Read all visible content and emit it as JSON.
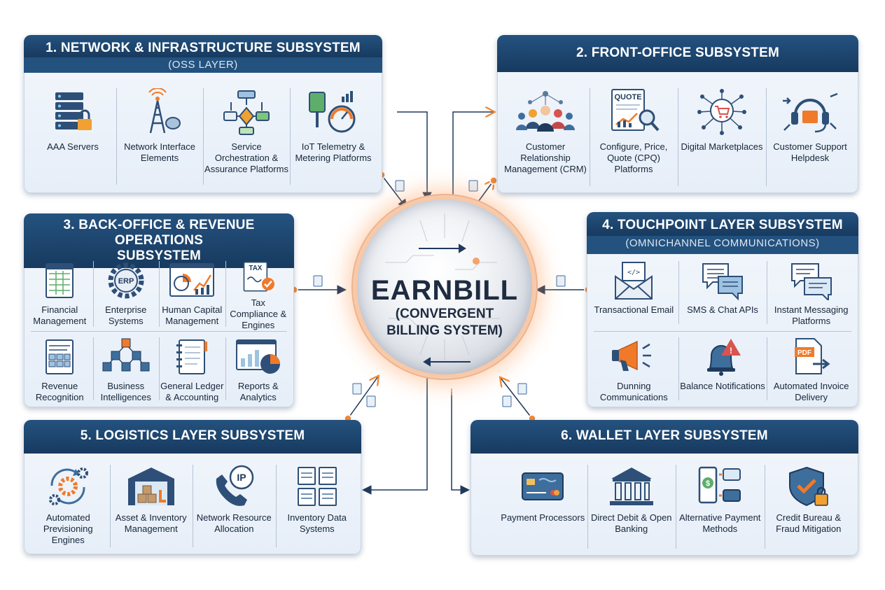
{
  "colors": {
    "header": "#1f4a75",
    "accent": "#f07a2a",
    "arrow": "#1f3a5c",
    "connector_dot": "#f08a3a"
  },
  "hub": {
    "title": "EARNBILL",
    "subtitle_line1": "(CONVERGENT",
    "subtitle_line2": "BILLING SYSTEM)"
  },
  "panels": {
    "p1": {
      "title": "1. NETWORK & INFRASTRUCTURE SUBSYSTEM",
      "subtitle": "(OSS LAYER)",
      "items": [
        {
          "label": "AAA Servers",
          "icon": "server-lock-icon"
        },
        {
          "label": "Network Interface Elements",
          "icon": "antenna-tower-icon"
        },
        {
          "label": "Service Orchestration & Assurance Platforms",
          "icon": "flowchart-icon"
        },
        {
          "label": "IoT Telemetry & Metering Platforms",
          "icon": "meter-gauge-icon"
        }
      ]
    },
    "p2": {
      "title": "2. FRONT-OFFICE SUBSYSTEM",
      "items": [
        {
          "label": "Customer Relationship Management (CRM)",
          "icon": "people-network-icon"
        },
        {
          "label": "Configure, Price, Quote (CPQ) Platforms",
          "icon": "quote-document-icon",
          "badge": "QUOTE"
        },
        {
          "label": "Digital Marketplaces",
          "icon": "cart-network-icon"
        },
        {
          "label": "Customer Support Helpdesk",
          "icon": "headset-icon"
        }
      ]
    },
    "p3": {
      "title_line1": "3. BACK-OFFICE & REVENUE OPERATIONS",
      "title_line2": "SUBSYSTEM",
      "items": [
        {
          "label": "Financial Management",
          "icon": "ledger-sheet-icon"
        },
        {
          "label": "Enterprise Systems",
          "icon": "erp-gear-icon",
          "badge": "ERP"
        },
        {
          "label": "Human Capital Management",
          "icon": "dashboard-chart-icon"
        },
        {
          "label": "Tax Compliance & Engines",
          "icon": "tax-document-icon",
          "badge": "TAX"
        },
        {
          "label": "Revenue Recognition",
          "icon": "revenue-document-icon"
        },
        {
          "label": "Business Intelligences",
          "icon": "cubes-network-icon"
        },
        {
          "label": "General Ledger & Accounting",
          "icon": "notebook-icon"
        },
        {
          "label": "Reports & Analytics",
          "icon": "report-pie-icon"
        }
      ]
    },
    "p4": {
      "title": "4. TOUCHPOINT LAYER SUBSYSTEM",
      "subtitle": "(OMNICHANNEL COMMUNICATIONS)",
      "items": [
        {
          "label": "Transactional Email",
          "icon": "email-code-icon"
        },
        {
          "label": "SMS & Chat APIs",
          "icon": "chat-bubbles-icon"
        },
        {
          "label": "Instant Messaging Platforms",
          "icon": "message-bubbles-icon"
        },
        {
          "label": "Dunning Communications",
          "icon": "megaphone-icon"
        },
        {
          "label": "Balance Notifications",
          "icon": "bell-alert-icon"
        },
        {
          "label": "Automated Invoice Delivery",
          "icon": "pdf-send-icon",
          "badge": "PDF"
        }
      ]
    },
    "p5": {
      "title": "5. LOGISTICS LAYER SUBSYSTEM",
      "items": [
        {
          "label": "Automated Previsioning Engines",
          "icon": "gears-cycle-icon"
        },
        {
          "label": "Asset & Inventory Management",
          "icon": "warehouse-icon"
        },
        {
          "label": "Network Resource Allocation",
          "icon": "phone-ip-icon",
          "badge": "IP"
        },
        {
          "label": "Inventory Data Systems",
          "icon": "documents-grid-icon"
        }
      ]
    },
    "p6": {
      "title": "6. WALLET LAYER SUBSYSTEM",
      "items": [
        {
          "label": "Payment Processors",
          "icon": "credit-card-icon"
        },
        {
          "label": "Direct Debit & Open Banking",
          "icon": "bank-icon"
        },
        {
          "label": "Alternative Payment Methods",
          "icon": "mobile-wallet-icon"
        },
        {
          "label": "Credit Bureau & Fraud Mitigation",
          "icon": "shield-lock-icon"
        }
      ]
    }
  }
}
